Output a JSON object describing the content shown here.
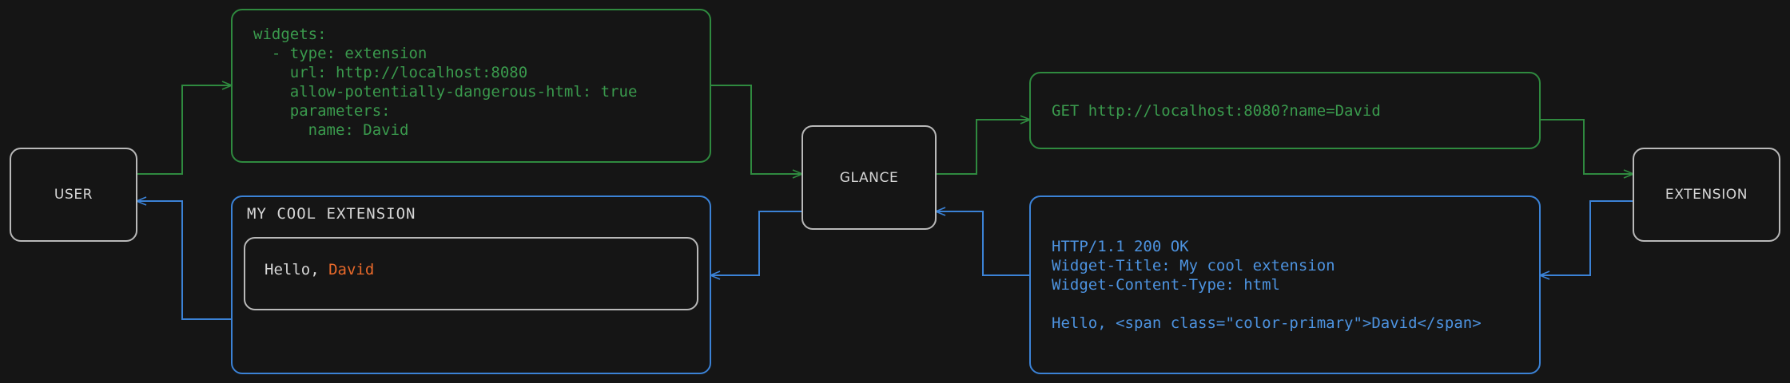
{
  "diagram": {
    "title": "Glance extension widget request/response flow",
    "background_color": "#151515",
    "colors": {
      "request_green": "#2f8a3f",
      "response_blue": "#3b82d6",
      "node_border": "#b9b9b9",
      "text_light": "#d6d6d6",
      "accent_orange": "#e8692a"
    }
  },
  "nodes": {
    "user": {
      "label": "USER"
    },
    "glance": {
      "label": "GLANCE"
    },
    "extension": {
      "label": "EXTENSION"
    }
  },
  "config_box": {
    "code": "widgets:\n  - type: extension\n    url: http://localhost:8080\n    allow-potentially-dangerous-html: true\n    parameters:\n      name: David"
  },
  "request_box": {
    "code": "GET http://localhost:8080?name=David"
  },
  "response_box": {
    "code": "HTTP/1.1 200 OK\nWidget-Title: My cool extension\nWidget-Content-Type: html\n\nHello, <span class=\"color-primary\">David</span>"
  },
  "widget_preview": {
    "title": "MY COOL EXTENSION",
    "greeting_prefix": "Hello, ",
    "greeting_name": "David"
  }
}
